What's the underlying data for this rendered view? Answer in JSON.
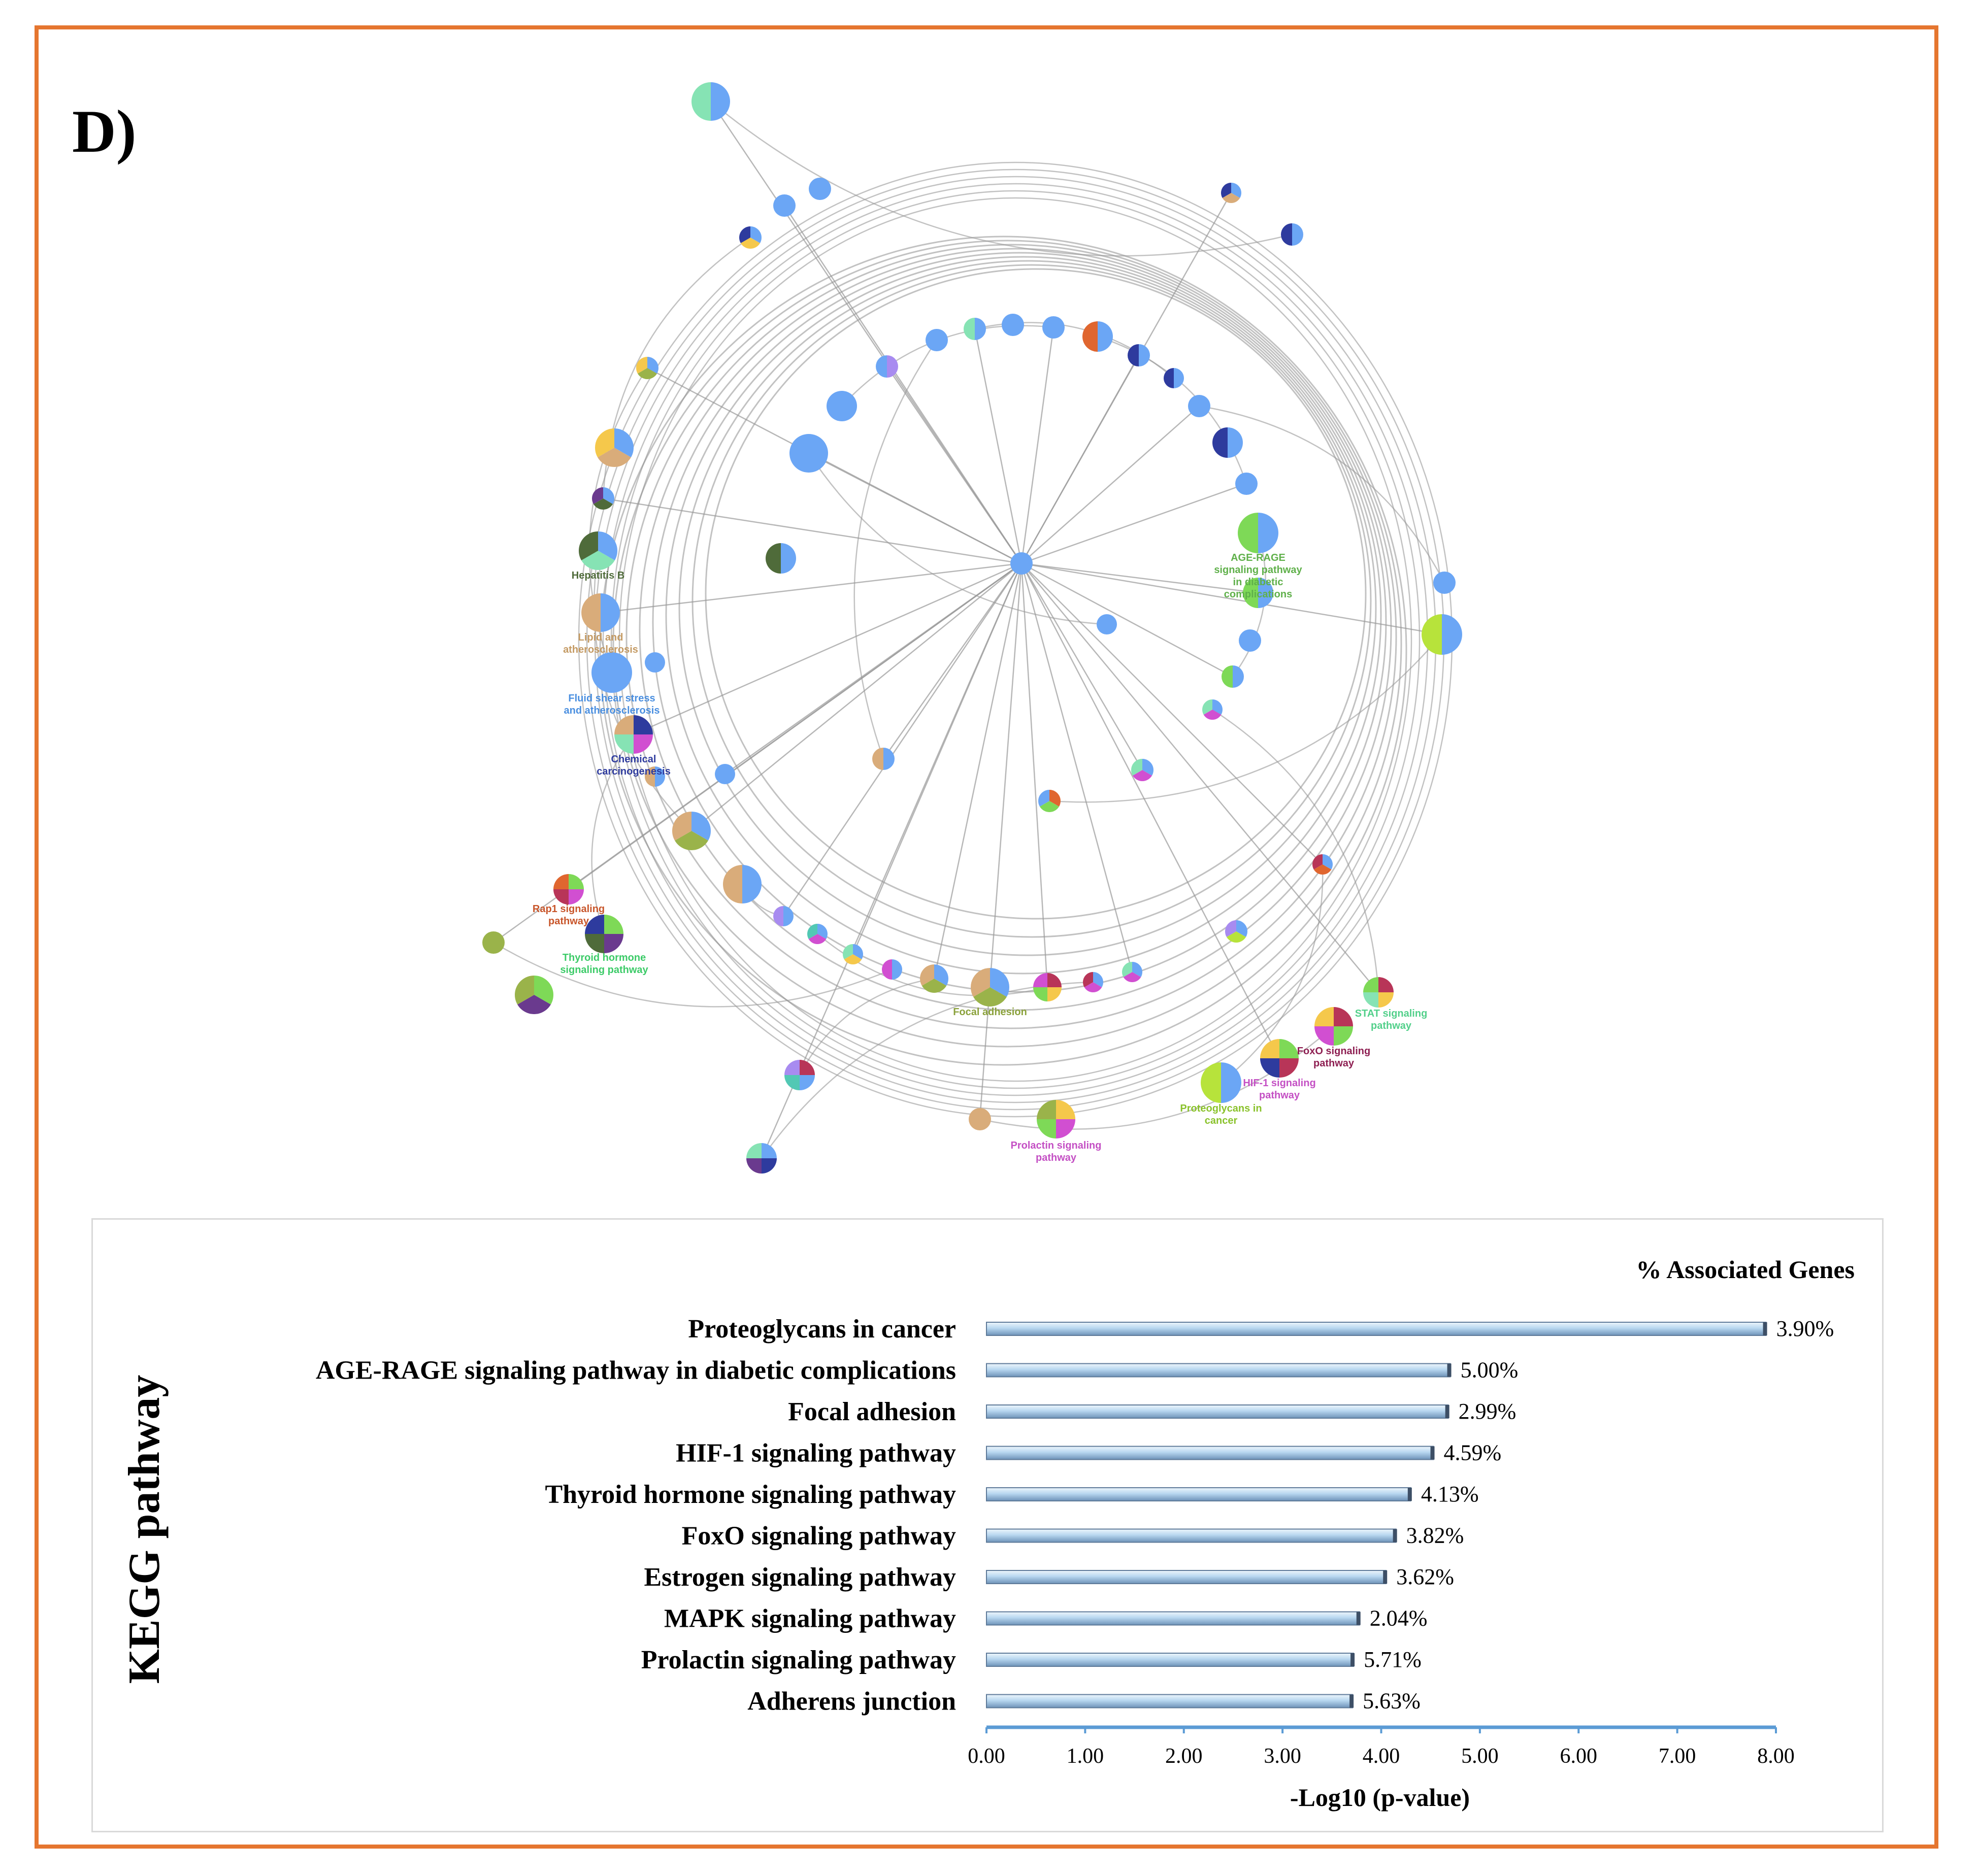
{
  "panel_label": "D)",
  "network": {
    "labels": [
      "Hepatitis B",
      "Lipid and atherosclerosis",
      "Fluid shear stress and atherosclerosis",
      "Chemical carcinogenesis",
      "Rap1 signaling pathway",
      "Thyroid hormone signaling pathway",
      "Focal adhesion",
      "Prolactin signaling pathway",
      "Proteoglycans in cancer",
      "HIF-1 signaling pathway",
      "FoxO signaling pathway",
      "STAT signaling pathway",
      "AGE-RAGE signaling pathway in diabetic complications"
    ],
    "colors": {
      "blue": "#6BA6F5",
      "tan": "#D9AC7A",
      "navy": "#2E3B9E",
      "green": "#7ED957",
      "mint": "#86E3B4",
      "yellow": "#F5C84B",
      "magenta": "#D14FD1",
      "olive": "#9AB34A",
      "purple": "#6A3A8E",
      "darkgreen": "#4F6B3A",
      "orange": "#E0662F",
      "crimson": "#B83558",
      "lime": "#B7E33B",
      "lavender": "#A88BF0",
      "teal": "#52C8B4"
    }
  },
  "chart_data": {
    "type": "bar",
    "orientation": "horizontal",
    "title": "% Associated Genes",
    "ylabel": "KEGG pathway",
    "xlabel": "-Log10 (p-value)",
    "xlim": [
      0,
      8
    ],
    "xticks": [
      "0.00",
      "1.00",
      "2.00",
      "3.00",
      "4.00",
      "5.00",
      "6.00",
      "7.00",
      "8.00"
    ],
    "categories": [
      "Proteoglycans in cancer",
      "AGE-RAGE signaling pathway in diabetic complications",
      "Focal adhesion",
      "HIF-1 signaling pathway",
      "Thyroid hormone signaling pathway",
      "FoxO signaling pathway",
      "Estrogen signaling pathway",
      "MAPK signaling pathway",
      "Prolactin signaling pathway",
      "Adherens junction"
    ],
    "values": [
      7.9,
      4.7,
      4.68,
      4.53,
      4.3,
      4.15,
      4.05,
      3.78,
      3.72,
      3.71
    ],
    "bar_labels": [
      "3.90%",
      "5.00%",
      "2.99%",
      "4.59%",
      "4.13%",
      "3.82%",
      "3.62%",
      "2.04%",
      "5.71%",
      "5.63%"
    ],
    "bar_color": "#B8D7F0",
    "axis_color": "#5B9BD5"
  }
}
